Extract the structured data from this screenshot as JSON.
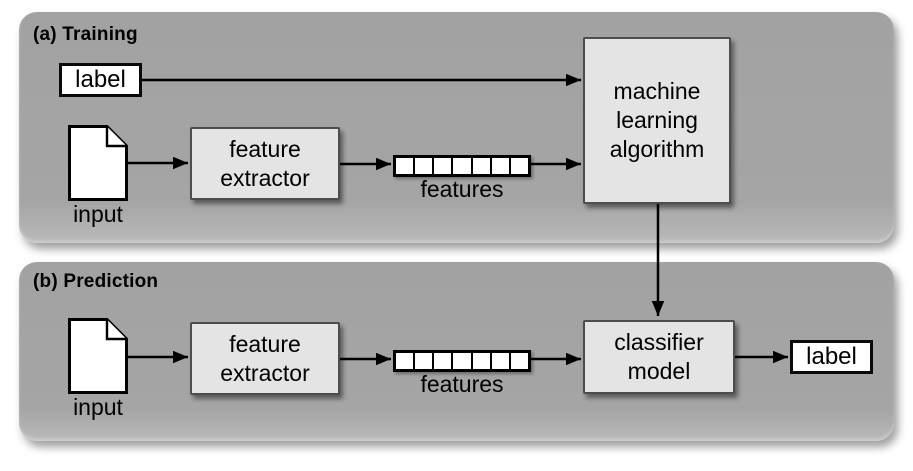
{
  "figure": {
    "description": "Machine learning pipeline diagram with training and prediction phases"
  },
  "training": {
    "title": "(a) Training",
    "label_box": "label",
    "input_caption": "input",
    "extractor_label": "feature extractor",
    "features_caption": "features",
    "algorithm_label": "machine learning algorithm",
    "feature_cell_count": 7
  },
  "prediction": {
    "title": "(b) Prediction",
    "input_caption": "input",
    "extractor_label": "feature extractor",
    "features_caption": "features",
    "model_label": "classifier model",
    "output_label": "label",
    "feature_cell_count": 7
  },
  "colors": {
    "panel_gray": "#a4a4a4",
    "process_box_fill": "#e4e4e4",
    "process_box_border": "#4d4d4d",
    "io_box_fill": "#ffffff",
    "line_black": "#000000",
    "background": "#ffffff"
  }
}
